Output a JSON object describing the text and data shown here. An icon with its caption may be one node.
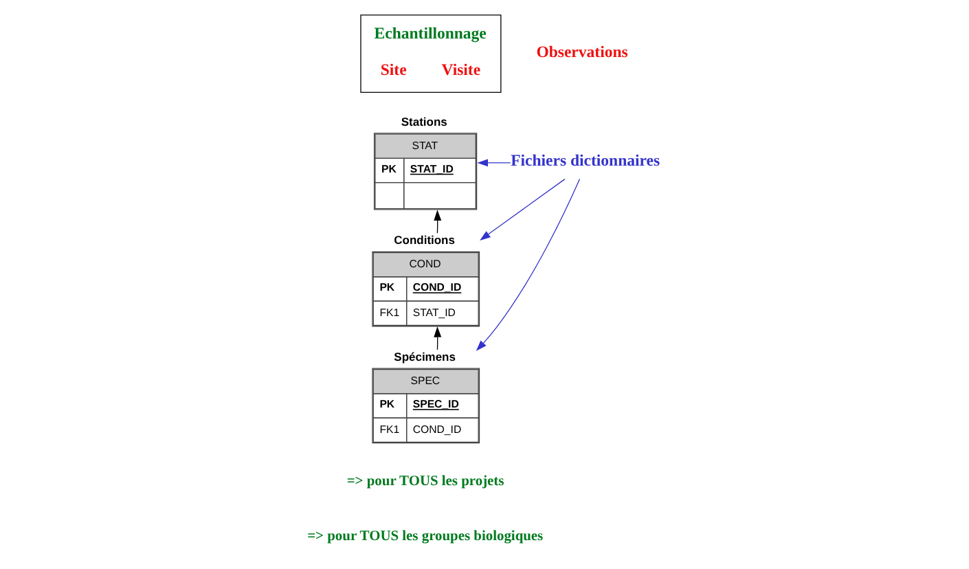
{
  "diagram": {
    "nodes": [
      {
        "text": [
          "Echantillonnage",
          "Site",
          "Visite"
        ]
      },
      {
        "text": [
          "Stations",
          "STAT",
          "PK",
          "STAT_ID"
        ]
      },
      {
        "text": [
          "Conditions",
          "COND",
          "PK",
          "COND_ID",
          "FK1",
          "STAT_ID"
        ]
      },
      {
        "text": [
          "Spécimens",
          "SPEC",
          "PK",
          "SPEC_ID",
          "FK1",
          "COND_ID"
        ]
      },
      {
        "text": [
          "Fichiers dictionnaires"
        ]
      }
    ],
    "edges": [
      {
        "from": 2,
        "to": 1,
        "arrow": "to",
        "color": "#000000"
      },
      {
        "from": 3,
        "to": 2,
        "arrow": "to",
        "color": "#000000"
      },
      {
        "from": 4,
        "to": 1,
        "arrow": "to",
        "color": "#3333cc"
      },
      {
        "from": 4,
        "to": 2,
        "arrow": "to",
        "color": "#3333cc"
      },
      {
        "from": 4,
        "to": 3,
        "arrow": "to",
        "color": "#3333cc"
      }
    ],
    "labels": [
      "Observations",
      "=> pour TOUS les projets",
      "=> pour TOUS les groupes biologiques"
    ]
  }
}
